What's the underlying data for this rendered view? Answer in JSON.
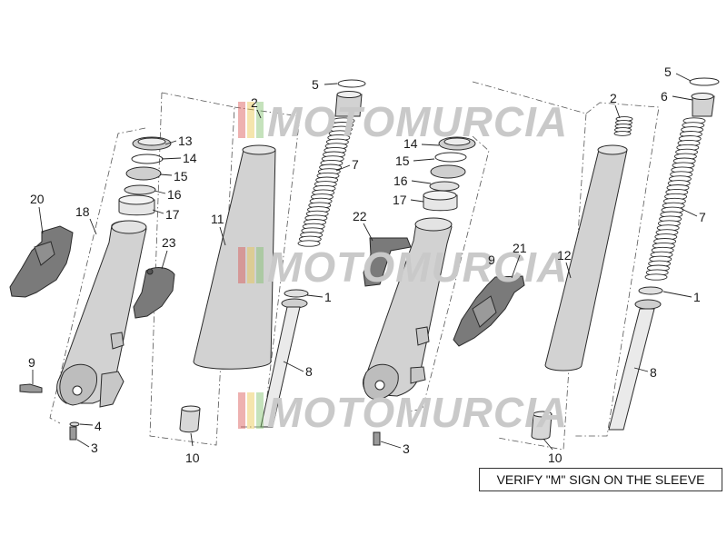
{
  "watermark": {
    "text": "MOTOMURCIA"
  },
  "note": {
    "text": "VERIFY \"M\" SIGN ON THE SLEEVE"
  },
  "callouts": {
    "left": {
      "c13": "13",
      "c14": "14",
      "c15": "15",
      "c16": "16",
      "c17": "17",
      "c20": "20",
      "c18": "18",
      "c23": "23",
      "c11": "11",
      "c2": "2",
      "c5": "5",
      "c7": "7",
      "c1": "1",
      "c8": "8",
      "c9": "9",
      "c4": "4",
      "c3": "3",
      "c10": "10"
    },
    "right": {
      "c14": "14",
      "c15": "15",
      "c16": "16",
      "c17": "17",
      "c22": "22",
      "c9": "9",
      "c21": "21",
      "c12": "12",
      "c2": "2",
      "c5": "5",
      "c6": "6",
      "c7": "7",
      "c1": "1",
      "c8": "8",
      "c3": "3",
      "c10": "10"
    }
  },
  "colors": {
    "fork_tube": "#d2d2d2",
    "dark_part": "#7a7a7a",
    "line": "#222222",
    "watermark": "#c9c9c9",
    "wm_red": "#d9534f",
    "wm_yellow": "#e8c54a",
    "wm_green": "#7fbf6a"
  }
}
